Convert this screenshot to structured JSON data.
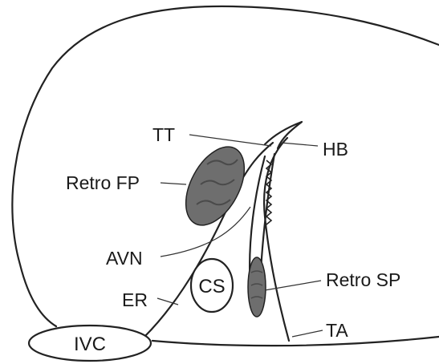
{
  "labels": {
    "tt": "TT",
    "hb": "HB",
    "retro_fp": "Retro FP",
    "avn": "AVN",
    "cs": "CS",
    "retro_sp": "Retro SP",
    "er": "ER",
    "ta": "TA",
    "ivc": "IVC"
  },
  "colors": {
    "outline": "#222222",
    "shaded_region": "#6e6e6e",
    "background": "#ffffff"
  }
}
